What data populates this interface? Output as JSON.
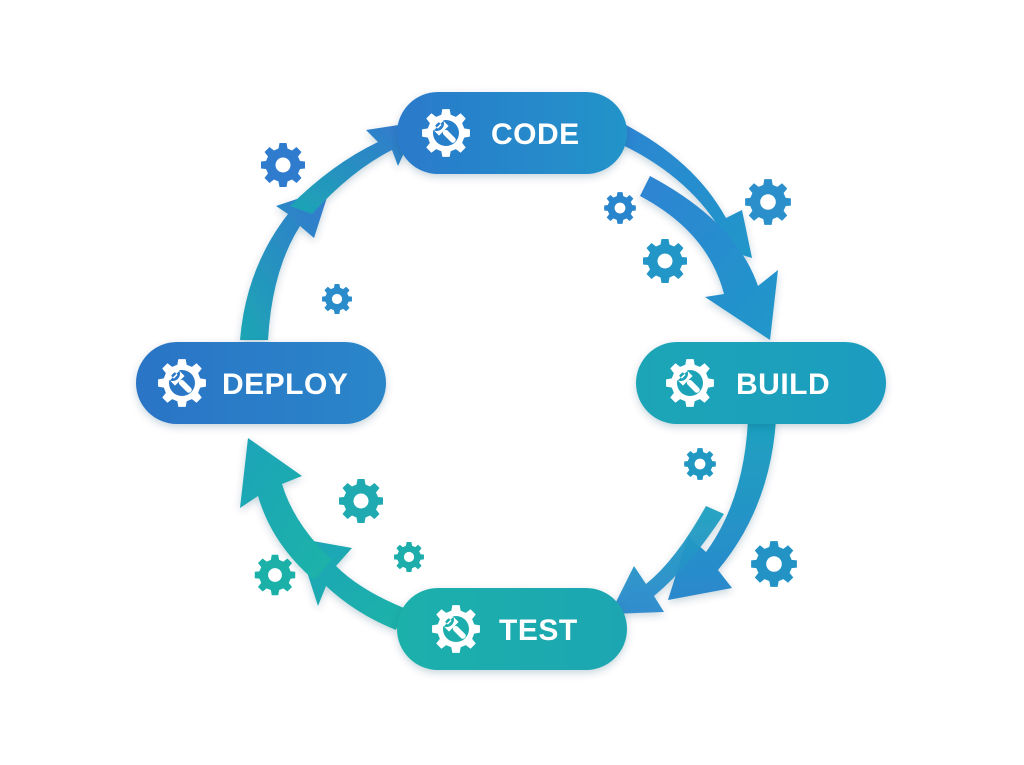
{
  "stages": [
    {
      "id": "code",
      "label": "CODE",
      "icon": "gear-wrench-icon"
    },
    {
      "id": "build",
      "label": "BUILD",
      "icon": "gear-wrench-icon"
    },
    {
      "id": "test",
      "label": "TEST",
      "icon": "gear-wrench-icon"
    },
    {
      "id": "deploy",
      "label": "DEPLOY",
      "icon": "gear-wrench-icon"
    }
  ],
  "flow": [
    "code",
    "build",
    "test",
    "deploy",
    "code"
  ],
  "colors": {
    "blue": "#2f7fd0",
    "mid": "#2394c4",
    "teal": "#1ab0ad",
    "deep_blue": "#3a72c9",
    "background": "#ffffff",
    "text": "#ffffff"
  },
  "decorations": {
    "icon": "gear-icon"
  }
}
